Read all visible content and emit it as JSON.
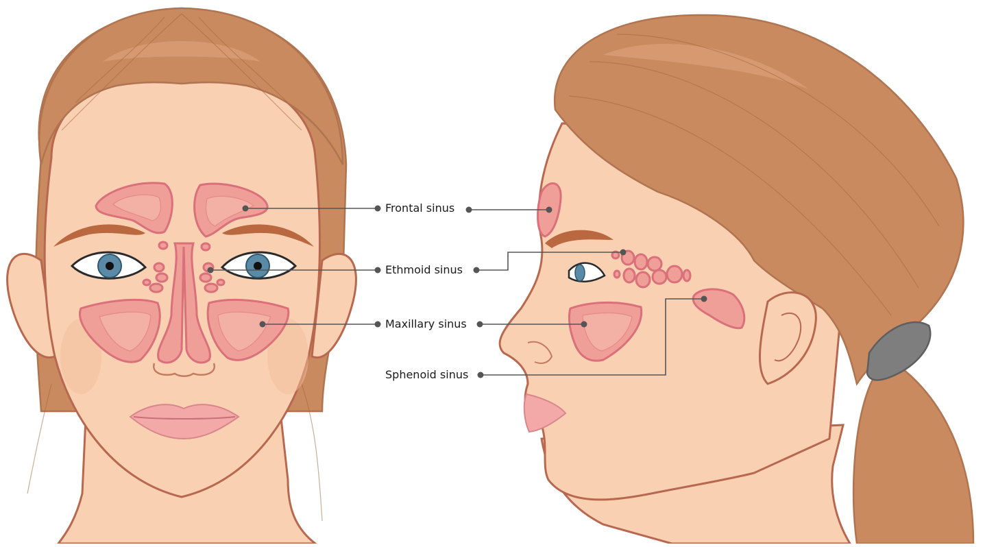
{
  "labels": {
    "frontal": "Frontal sinus",
    "ethmoid": "Ethmoid sinus",
    "maxillary": "Maxillary sinus",
    "sphenoid": "Sphenoid sinus"
  },
  "colors": {
    "skin": "#f9d0b2",
    "hair": "#c98a5f",
    "sinus": "#ef9e98",
    "sinus_outline": "#d9707a",
    "leader": "#555555",
    "iris": "#5a8aa6"
  }
}
